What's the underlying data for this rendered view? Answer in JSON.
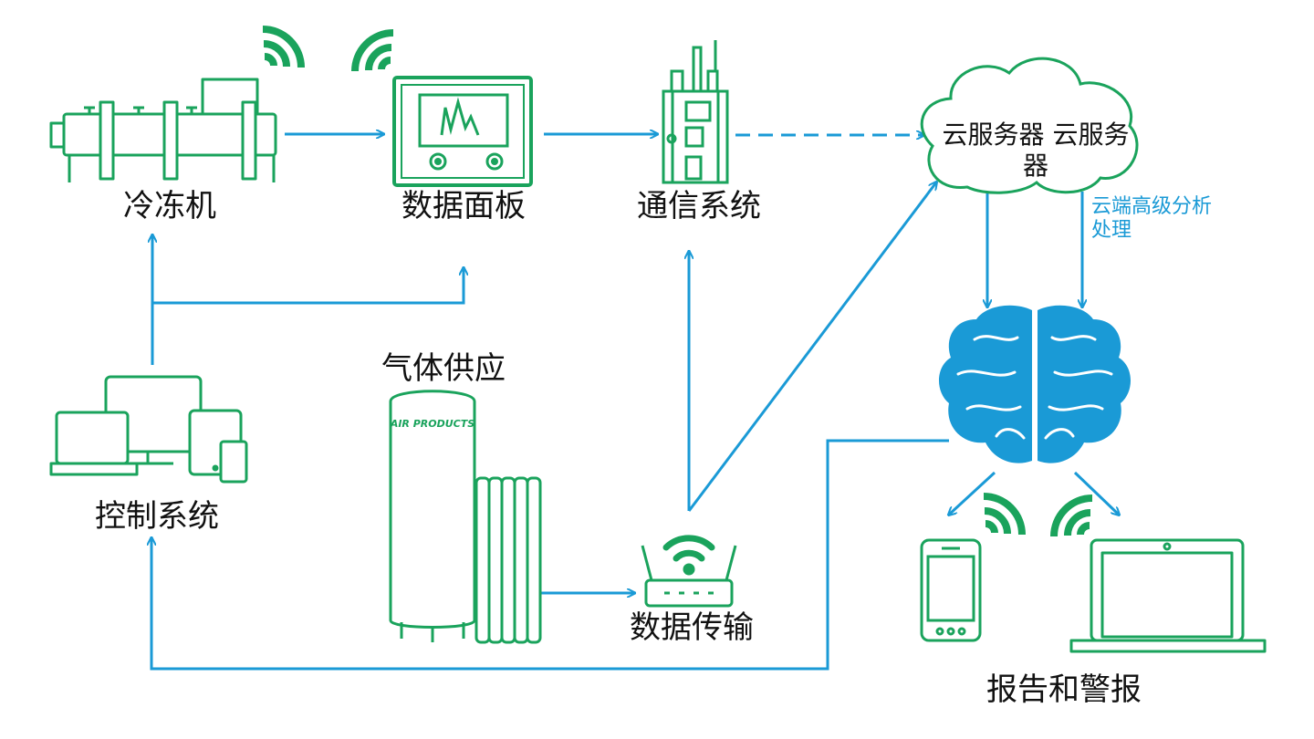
{
  "nodes": {
    "chiller": "冷冻机",
    "data_panel": "数据面板",
    "comm_system": "通信系统",
    "cloud_server": "云服务器 云服务器",
    "cloud_processing": "云端高级分析处理",
    "control_system": "控制系统",
    "gas_supply": "气体供应",
    "data_transfer": "数据传输",
    "reports_alerts": "报告和警报"
  },
  "tank_brand": "AIR PRODUCTS",
  "colors": {
    "green": "#1aa35c",
    "blue": "#1a9ad6",
    "text": "#111111"
  }
}
